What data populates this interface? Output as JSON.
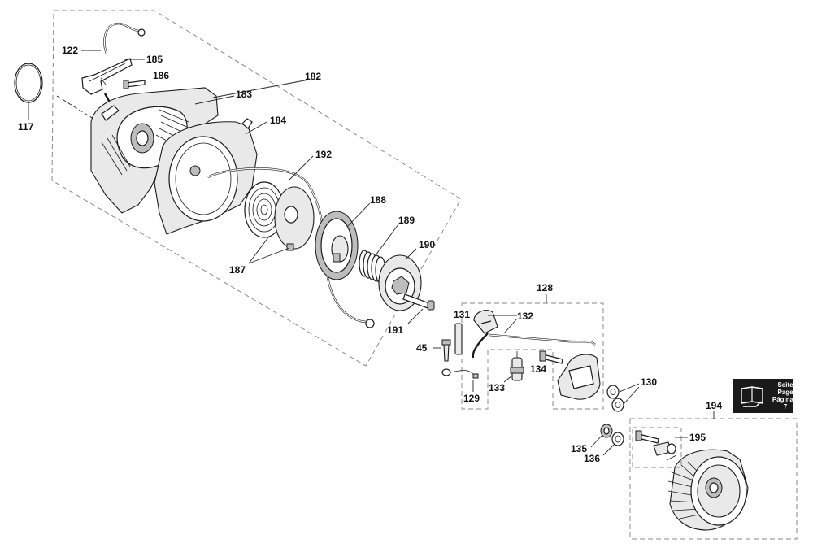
{
  "part_labels": {
    "p117": "117",
    "p122": "122",
    "p185": "185",
    "p186": "186",
    "p182": "182",
    "p183": "183",
    "p184": "184",
    "p192": "192",
    "p188": "188",
    "p189": "189",
    "p190": "190",
    "p187": "187",
    "p191": "191",
    "p128": "128",
    "p131": "131",
    "p132": "132",
    "p45": "45",
    "p134": "134",
    "p133": "133",
    "p129": "129",
    "p130": "130",
    "p194": "194",
    "p195": "195",
    "p135": "135",
    "p136": "136"
  },
  "page_ref": {
    "line1": "Seite",
    "line2": "Page",
    "line3": "Página",
    "number": "7",
    "icon": "book-hand-icon"
  }
}
